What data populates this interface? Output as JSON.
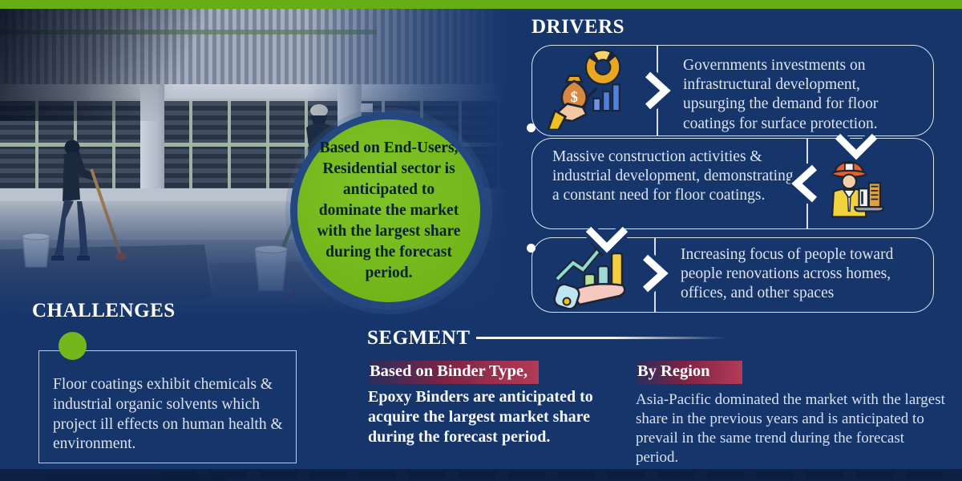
{
  "colors": {
    "background_navy": "#16356B",
    "accent_green": "#66AE15",
    "highlight_maroon": "#B33B56",
    "card_border": "#EEF2F8",
    "body_text": "#DCE4EF",
    "circle_text": "#0B2034"
  },
  "drivers": {
    "title": "DRIVERS",
    "items": [
      {
        "icon": "investment-growth-icon",
        "text": "Governments investments on infrastructural development, upsurging the demand for floor coatings for surface protection."
      },
      {
        "icon": "construction-worker-icon",
        "text": "Massive construction activities & industrial development, demonstrating a constant need for floor coatings."
      },
      {
        "icon": "growth-chart-hand-icon",
        "text": "Increasing focus of people toward people renovations across homes, offices, and other spaces"
      }
    ]
  },
  "highlight_circle": {
    "text": "Based on End-Users, Residential sector is anticipated to dominate the market with the largest share during the forecast period."
  },
  "challenges": {
    "title": "CHALLENGES",
    "text": "Floor coatings exhibit chemicals & industrial organic solvents which project ill effects on human health & environment."
  },
  "segment": {
    "title": "SEGMENT",
    "columns": [
      {
        "label": "Based on Binder Type,",
        "text": "Epoxy Binders are anticipated to acquire the largest market share during the forecast period."
      },
      {
        "label": "By Region",
        "text": "Asia-Pacific dominated the market with the largest share in the previous years and is anticipated to prevail in the same trend during the forecast period."
      }
    ]
  }
}
